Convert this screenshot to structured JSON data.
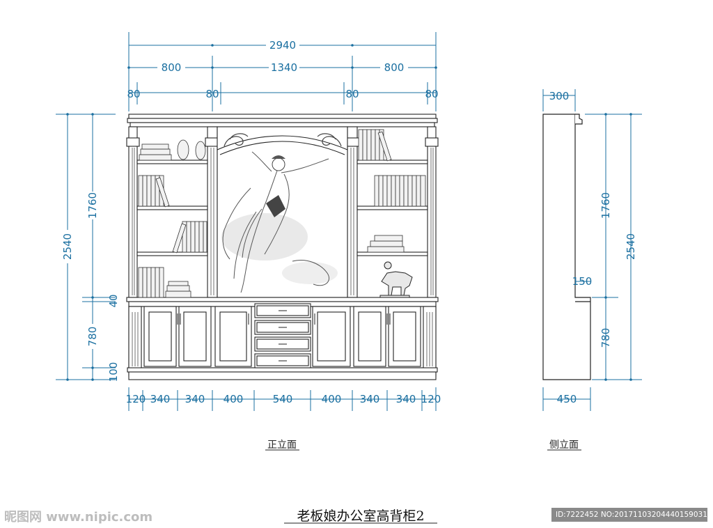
{
  "front": {
    "top_dims": [
      "2940",
      "800",
      "1340",
      "800"
    ],
    "offset_dims": [
      "80",
      "80",
      "80",
      "80"
    ],
    "left_dims": [
      "2540",
      "1760",
      "40",
      "780",
      "100"
    ],
    "bottom_dims": [
      "120",
      "340",
      "340",
      "400",
      "540",
      "400",
      "340",
      "340",
      "120"
    ],
    "label": "正立面"
  },
  "side": {
    "top_dim": "300",
    "right_dims": [
      "1760",
      "2540",
      "150",
      "780"
    ],
    "bottom_dim": "450",
    "label": "侧立面"
  },
  "title": "老板娘办公室高背柜2",
  "watermark": {
    "logo": "昵图网 www.nipic.com",
    "id": "ID:7222452 NO:20171103204440159031"
  },
  "colors": {
    "dimension": "#1a6fa0",
    "line": "#222222"
  }
}
